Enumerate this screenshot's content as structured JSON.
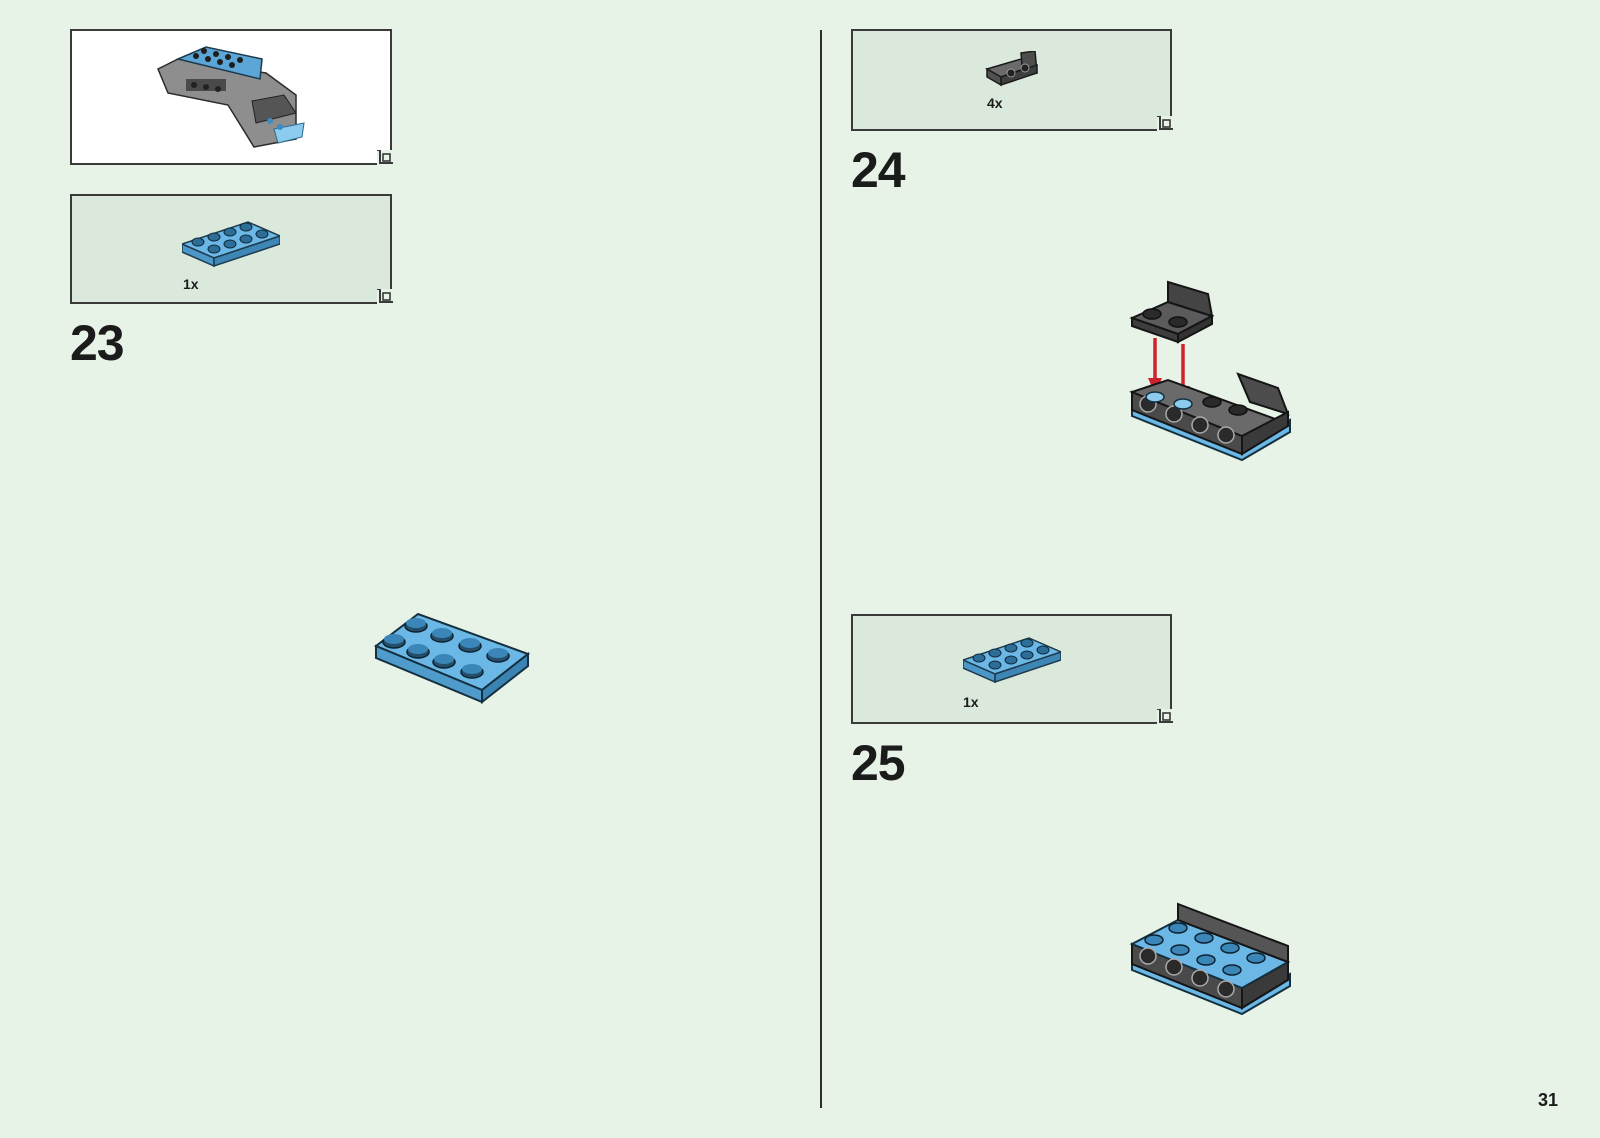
{
  "page": {
    "number": "31"
  },
  "left_column": {
    "result_panel": {
      "icon": "model-subassembly"
    },
    "parts_panel": {
      "quantity": "1x",
      "part": "blue-2x4-plate"
    },
    "step": {
      "number": "23",
      "illustration": "blue-2x4-plate"
    }
  },
  "right_column": {
    "parts_panel_a": {
      "quantity": "4x",
      "part": "dark-grey-bracket-1x2"
    },
    "step_a": {
      "number": "24",
      "illustration": "bracket-attach-with-arrows"
    },
    "parts_panel_b": {
      "quantity": "1x",
      "part": "blue-2x4-plate"
    },
    "step_b": {
      "number": "25",
      "illustration": "stacked-assembly"
    }
  },
  "colors": {
    "background": "#e8f3e8",
    "panel": "#dbe9dc",
    "brick_blue": "#5ba6d6",
    "brick_dark_grey": "#555555",
    "arrow_red": "#d0212e"
  }
}
